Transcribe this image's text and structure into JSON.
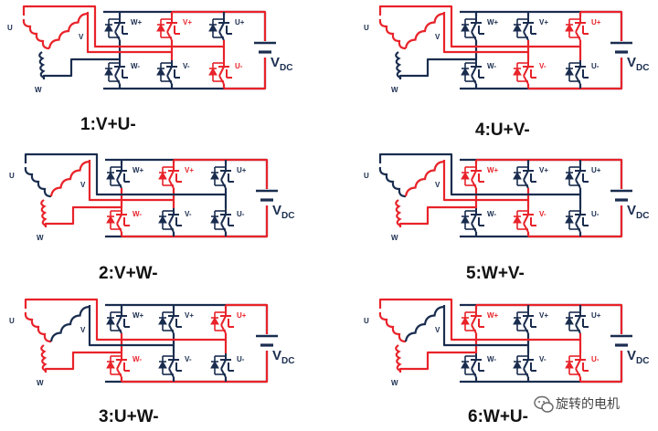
{
  "colors": {
    "navy": "#1a2d4f",
    "red": "#e8232a",
    "bg": "#ffffff"
  },
  "labels": {
    "phase_u": "U",
    "phase_v": "V",
    "phase_w": "W",
    "sw_w_high": "W+",
    "sw_v_high": "V+",
    "sw_u_high": "U+",
    "sw_w_low": "W-",
    "sw_v_low": "V-",
    "sw_u_low": "U-",
    "vdc_main": "V",
    "vdc_sub": "DC"
  },
  "panels": [
    {
      "caption": "1:V+U-",
      "red_coils": [
        "U",
        "V"
      ],
      "red_switches": [
        "V+",
        "U-"
      ],
      "red_phase_lines": [
        "V",
        "U"
      ]
    },
    {
      "caption": "2:V+W-",
      "red_coils": [
        "V",
        "W"
      ],
      "red_switches": [
        "V+",
        "W-"
      ],
      "red_phase_lines": [
        "V",
        "W"
      ]
    },
    {
      "caption": "3:U+W-",
      "red_coils": [
        "U",
        "W"
      ],
      "red_switches": [
        "U+",
        "W-"
      ],
      "red_phase_lines": [
        "U",
        "W"
      ]
    },
    {
      "caption": "4:U+V-",
      "red_coils": [
        "U",
        "V"
      ],
      "red_switches": [
        "U+",
        "V-"
      ],
      "red_phase_lines": [
        "U",
        "V"
      ]
    },
    {
      "caption": "5:W+V-",
      "red_coils": [
        "V",
        "W"
      ],
      "red_switches": [
        "W+",
        "V-"
      ],
      "red_phase_lines": [
        "W",
        "V"
      ]
    },
    {
      "caption": "6:W+U-",
      "red_coils": [
        "U",
        "W"
      ],
      "red_switches": [
        "W+",
        "U-"
      ],
      "red_phase_lines": [
        "W",
        "U"
      ]
    }
  ],
  "watermark": {
    "icon": "wechat-icon",
    "text": "旋转的电机"
  }
}
